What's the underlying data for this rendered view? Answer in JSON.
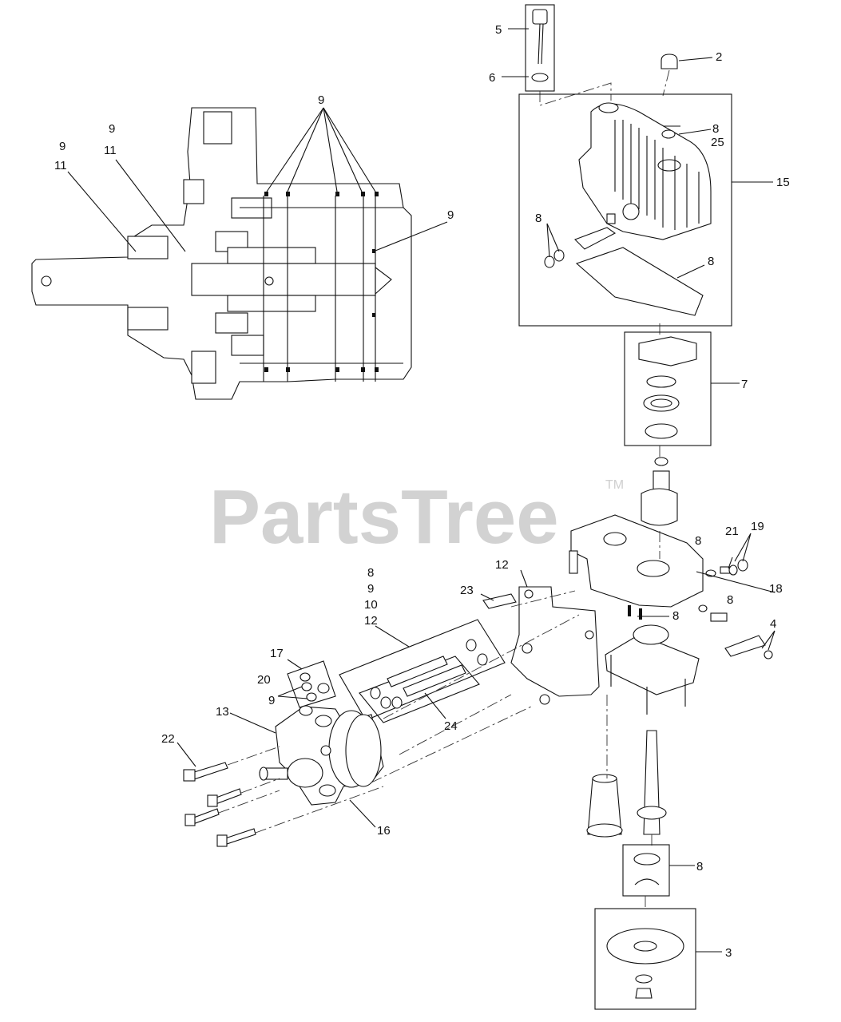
{
  "watermark": {
    "text": "PartsTree",
    "trademark": "TM"
  },
  "callouts": {
    "c5": "5",
    "c6": "6",
    "c2": "2",
    "c8a": "8",
    "c25": "25",
    "c15": "15",
    "c8b": "8",
    "c8c": "8",
    "c9top": "9",
    "c9a": "9",
    "c11a": "11",
    "c9b": "9",
    "c11b": "11",
    "c9right": "9",
    "c7": "7",
    "c21": "21",
    "c19": "19",
    "c8d": "8",
    "c18": "18",
    "c8e": "8",
    "c8f": "8",
    "c4": "4",
    "c12a": "12",
    "c23": "23",
    "g8": "8",
    "g9": "9",
    "g10": "10",
    "g12": "12",
    "c17": "17",
    "c20": "20",
    "c9c": "9",
    "c13": "13",
    "c22": "22",
    "c24": "24",
    "c16": "16",
    "c8g": "8",
    "c3": "3"
  }
}
